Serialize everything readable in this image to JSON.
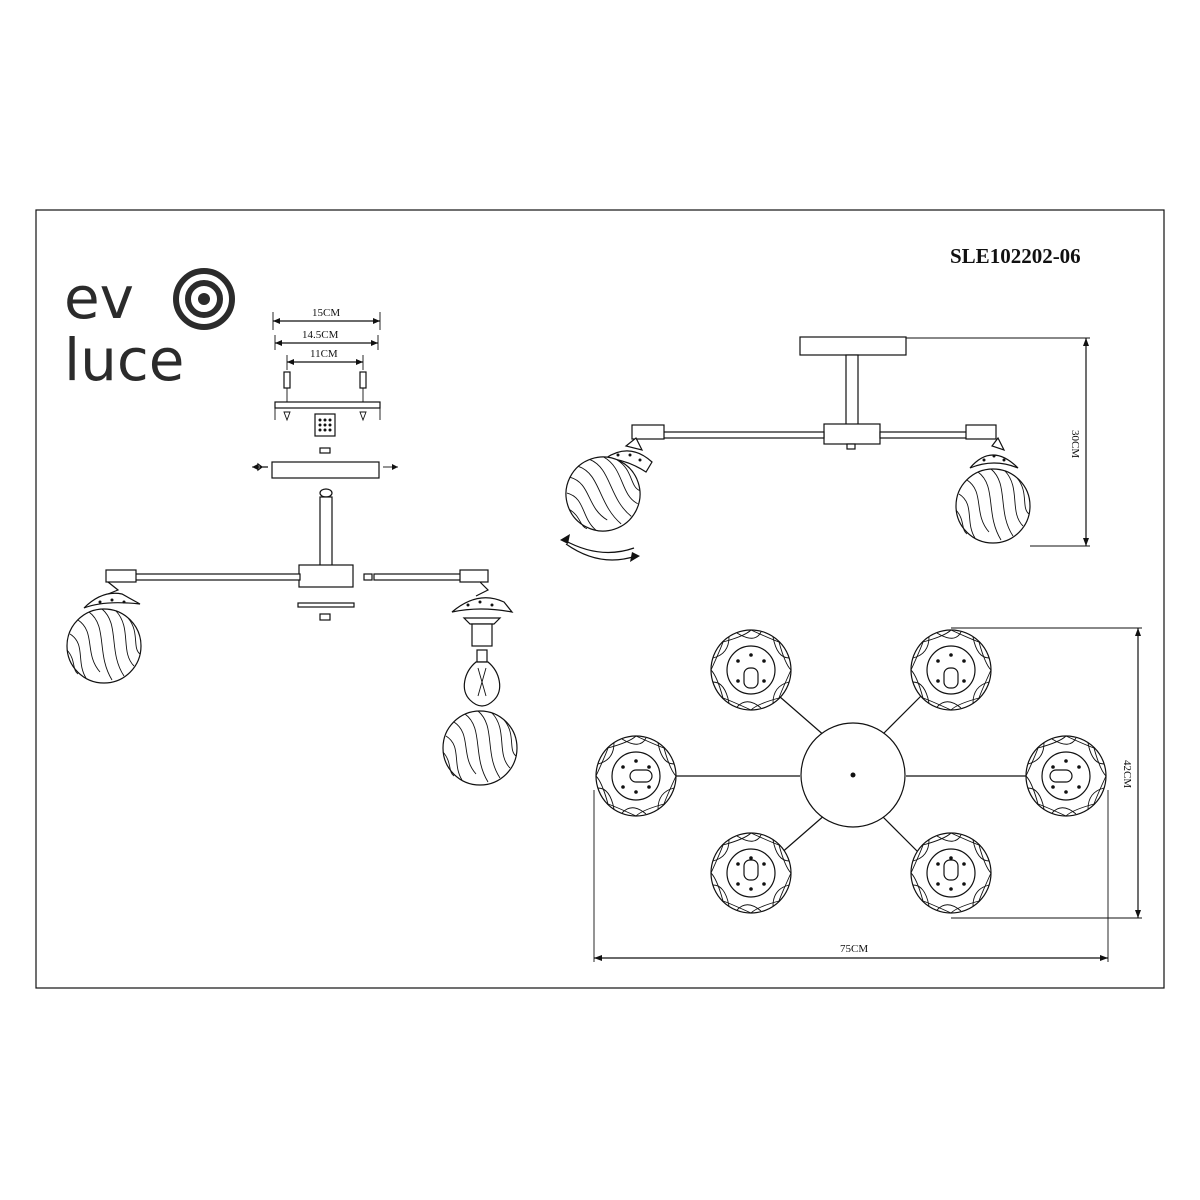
{
  "model_code": "SLE102202-06",
  "brand": {
    "line1": "ev",
    "line2": "luce"
  },
  "dimensions": {
    "mount_outer_width": "15CM",
    "mount_mid_width": "14.5CM",
    "mount_hole_spacing": "11CM",
    "side_height": "30CM",
    "top_depth": "42CM",
    "top_width": "75CM"
  },
  "colors": {
    "line": "#111111",
    "logo": "#2b2b2b",
    "paper": "#ffffff"
  }
}
